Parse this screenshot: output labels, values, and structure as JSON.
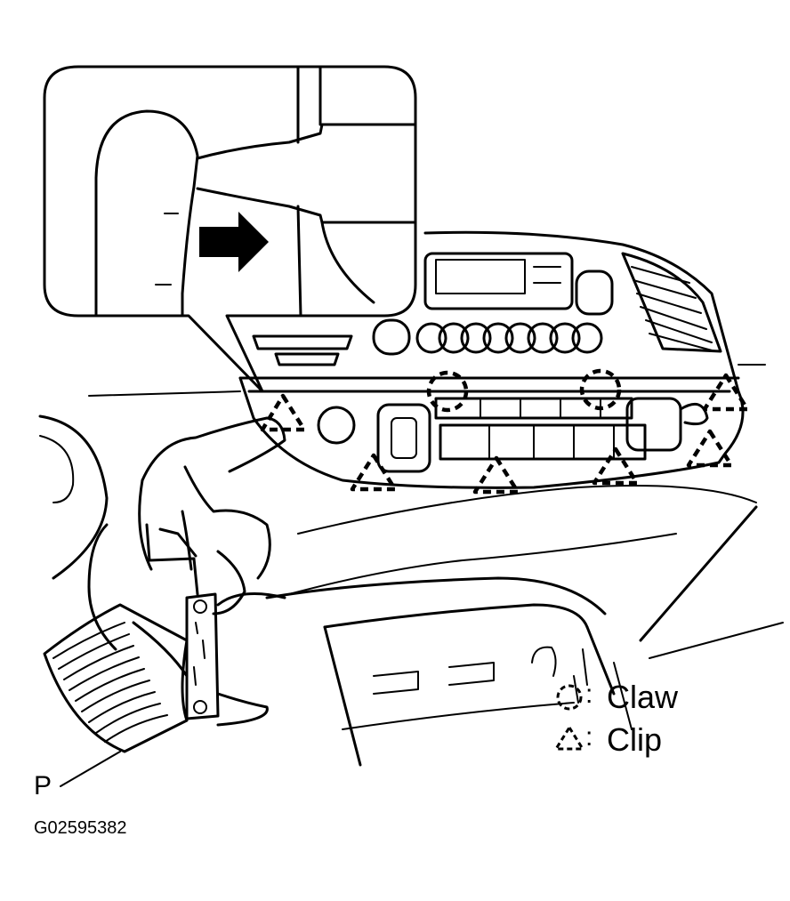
{
  "figure": {
    "part_label": "P",
    "figure_code": "G02595382",
    "legend": [
      {
        "symbol": "circle-dashed",
        "separator": ":",
        "text": "Claw"
      },
      {
        "symbol": "triangle-dashed",
        "separator": ":",
        "text": "Clip"
      }
    ]
  },
  "colors": {
    "ink": "#000000",
    "paper": "#ffffff"
  }
}
